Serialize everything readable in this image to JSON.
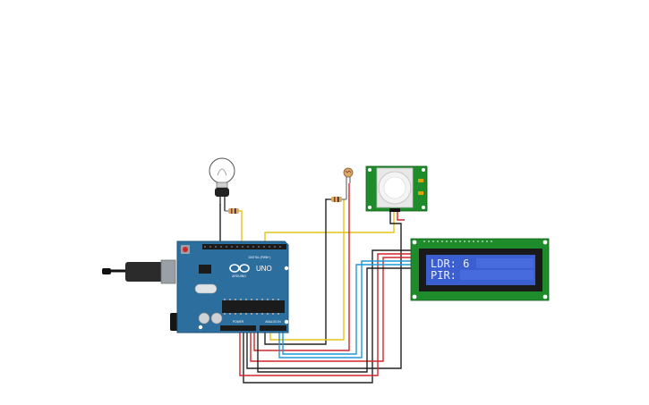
{
  "board": {
    "name": "UNO",
    "brand": "ARDUINO",
    "digital_label": "DIGITAL (PWM~)",
    "analog_label": "ANALOG IN",
    "power_label": "POWER"
  },
  "lcd": {
    "line1": "LDR: 6",
    "line2": "PIR:"
  },
  "colors": {
    "board": "#2c6e9e",
    "board_dark": "#1f5479",
    "pcb_green": "#1e8c2a",
    "lcd_screen": "#3b5fd0",
    "wire_yellow": "#e6c31a",
    "wire_black": "#222222",
    "wire_red": "#d0262b",
    "wire_blue": "#1e9ad6"
  }
}
